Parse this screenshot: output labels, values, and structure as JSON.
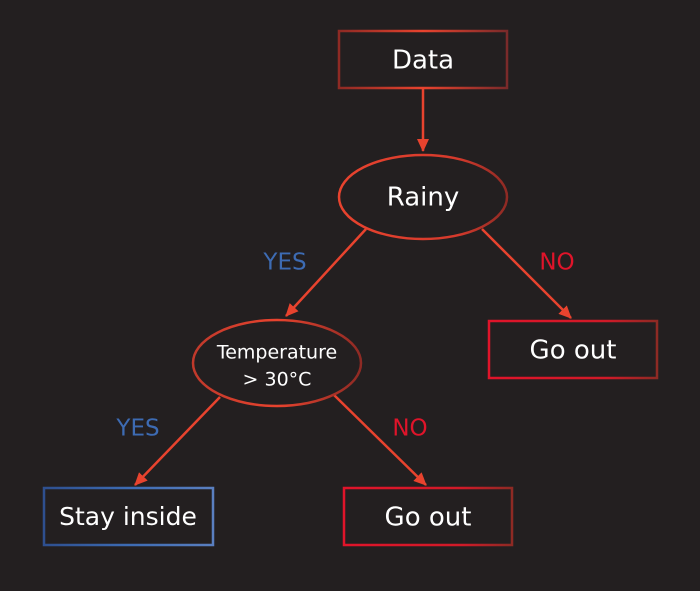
{
  "colors": {
    "background": "#231f20",
    "line": "#e8432e",
    "yes": "#3d6bb3",
    "no": "#e0142a",
    "text": "#ffffff"
  },
  "nodes": {
    "data": {
      "label": "Data"
    },
    "rainy": {
      "label": "Rainy"
    },
    "temperature": {
      "line1": "Temperature",
      "line2": "> 30°C"
    },
    "go_out_right": {
      "label": "Go out"
    },
    "stay_inside": {
      "label": "Stay inside"
    },
    "go_out_bottom": {
      "label": "Go out"
    }
  },
  "edges": {
    "rainy_yes": "YES",
    "rainy_no": "NO",
    "temp_yes": "YES",
    "temp_no": "NO"
  }
}
